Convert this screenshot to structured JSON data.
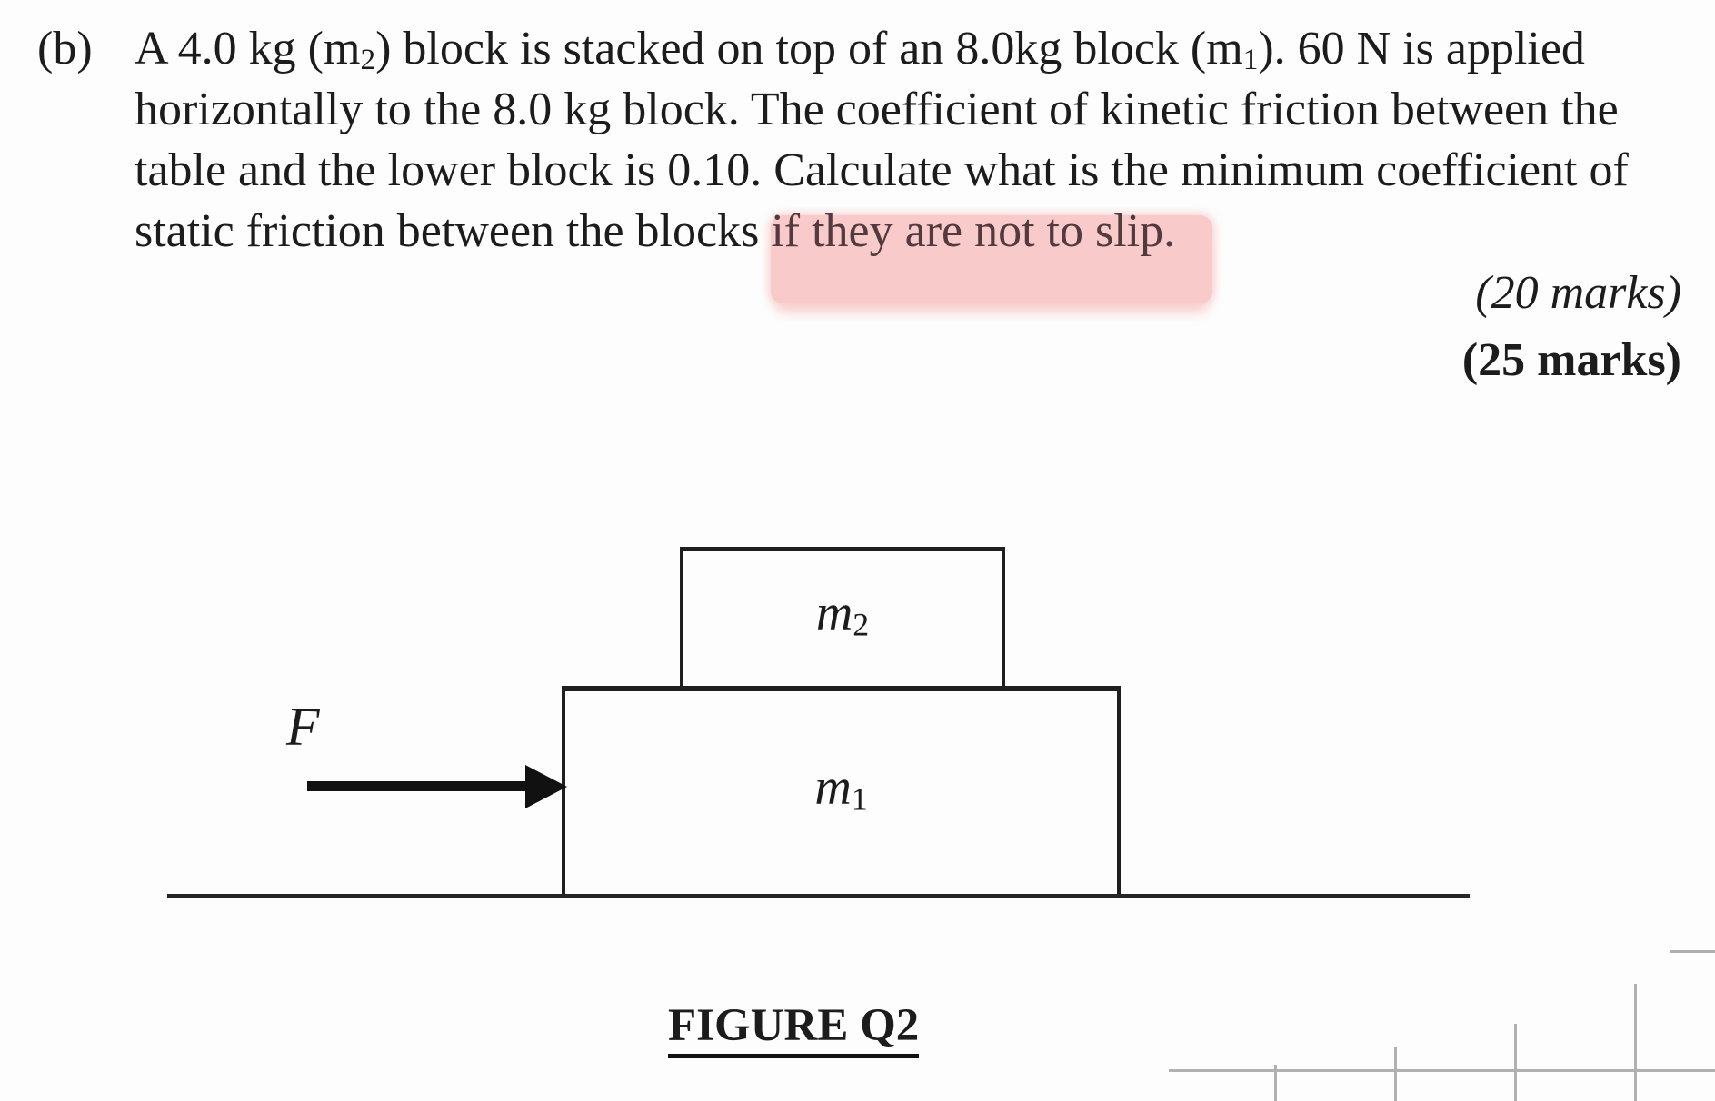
{
  "colors": {
    "paper": "#fdfdfd",
    "ink": "#1c1c1c",
    "line": "#1f1f1f",
    "highlight": "#f8caca",
    "highlight-ink": "#523a3e",
    "faint": "#b0b0b0"
  },
  "question": {
    "part_label": "(b)",
    "line1_segments": [
      {
        "t": "A 4.0 kg (m"
      },
      {
        "t": "2",
        "s": "sub"
      },
      {
        "t": ") block is stacked on top of an 8.0kg block (m"
      },
      {
        "t": "1",
        "s": "sub"
      },
      {
        "t": "). 60 N is applied"
      }
    ],
    "line2": "horizontally to the 8.0 kg block. The coefficient of kinetic friction between the",
    "line3": "table and the lower block is 0.10. Calculate what is the minimum coefficient of",
    "line4_segments": [
      {
        "t": "static friction between the blocks "
      },
      {
        "t": "if they are not to slip.",
        "s": "hl"
      }
    ],
    "marks_partial": "(20 marks)",
    "marks_total": "(25 marks)"
  },
  "figure": {
    "caption": "FIGURE Q2",
    "force_label": "F",
    "block_top_label": [
      {
        "t": "m",
        "s": "i"
      },
      {
        "t": "2",
        "s": "sub"
      }
    ],
    "block_bottom_label": [
      {
        "t": "m",
        "s": "i"
      },
      {
        "t": "1",
        "s": "sub"
      }
    ]
  }
}
